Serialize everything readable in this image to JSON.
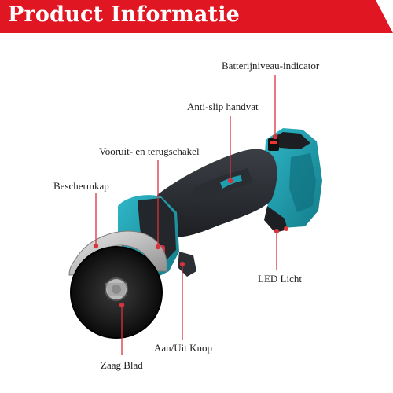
{
  "header": {
    "title": "Product Informatie"
  },
  "labels": {
    "battery": "Batterijniveau-indicator",
    "grip": "Anti-slip handvat",
    "switch": "Vooruit- en terugschakel",
    "guard": "Beschermkap",
    "led": "LED Licht",
    "power": "Aan/Uit Knop",
    "blade": "Zaag Blad"
  },
  "colors": {
    "banner": "#e01722",
    "tool_body": "#2b2e33",
    "tool_accent": "#1d9fb0",
    "callout": "#d8323c"
  }
}
